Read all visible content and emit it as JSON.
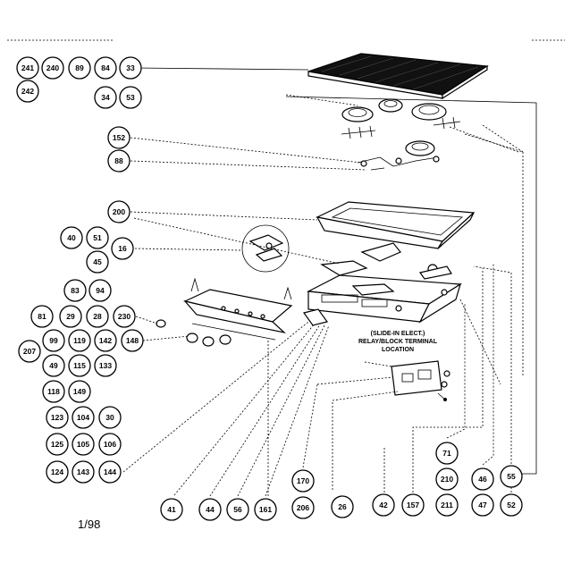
{
  "callouts": {
    "c241": "241",
    "c240": "240",
    "c89": "89",
    "c84": "84",
    "c33": "33",
    "c242": "242",
    "c34": "34",
    "c53": "53",
    "c152": "152",
    "c88": "88",
    "c200": "200",
    "c40": "40",
    "c51": "51",
    "c16": "16",
    "c45": "45",
    "c83": "83",
    "c94": "94",
    "c81": "81",
    "c29": "29",
    "c28": "28",
    "c230": "230",
    "c207": "207",
    "c99": "99",
    "c119": "119",
    "c142": "142",
    "c148": "148",
    "c49": "49",
    "c115": "115",
    "c133": "133",
    "c118": "118",
    "c149": "149",
    "c123": "123",
    "c104": "104",
    "c30": "30",
    "c125": "125",
    "c105": "105",
    "c106": "106",
    "c124": "124",
    "c143": "143",
    "c144": "144",
    "c41": "41",
    "c44": "44",
    "c56": "56",
    "c161": "161",
    "c170": "170",
    "c206": "206",
    "c26": "26",
    "c42": "42",
    "c157": "157",
    "c71": "71",
    "c210": "210",
    "c211": "211",
    "c46": "46",
    "c47": "47",
    "c55": "55",
    "c52": "52"
  },
  "note": {
    "line1": "(SLIDE-IN ELECT.)",
    "line2": "RELAY/BLOCK TERMINAL",
    "line3": "LOCATION"
  },
  "date_code": "1/98"
}
